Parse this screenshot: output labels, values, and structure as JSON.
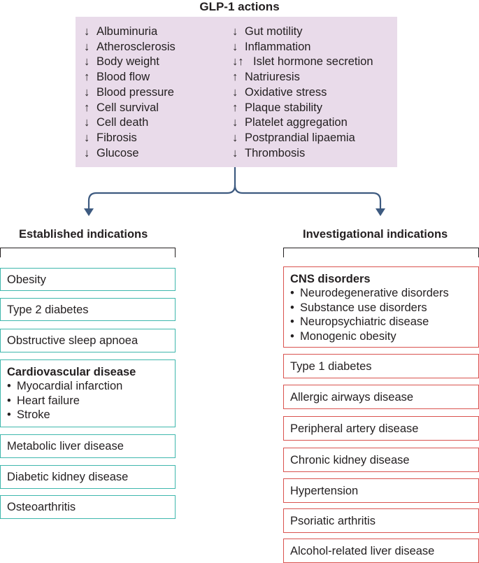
{
  "title": "GLP-1 actions",
  "actions": {
    "left": [
      {
        "arrow": "↓",
        "label": "Albuminuria"
      },
      {
        "arrow": "↓",
        "label": "Atherosclerosis"
      },
      {
        "arrow": "↓",
        "label": "Body weight"
      },
      {
        "arrow": "↑",
        "label": "Blood flow"
      },
      {
        "arrow": "↓",
        "label": "Blood pressure"
      },
      {
        "arrow": "↑",
        "label": "Cell survival"
      },
      {
        "arrow": "↓",
        "label": "Cell death"
      },
      {
        "arrow": "↓",
        "label": "Fibrosis"
      },
      {
        "arrow": "↓",
        "label": "Glucose"
      }
    ],
    "right": [
      {
        "arrow": "↓",
        "label": "Gut motility"
      },
      {
        "arrow": "↓",
        "label": "Inflammation"
      },
      {
        "arrow": "↓↑",
        "label": "Islet hormone secretion"
      },
      {
        "arrow": "↑",
        "label": "Natriuresis"
      },
      {
        "arrow": "↓",
        "label": "Oxidative stress"
      },
      {
        "arrow": "↑",
        "label": "Plaque stability"
      },
      {
        "arrow": "↓",
        "label": "Platelet aggregation"
      },
      {
        "arrow": "↓",
        "label": "Postprandial lipaemia"
      },
      {
        "arrow": "↓",
        "label": "Thrombosis"
      }
    ]
  },
  "established": {
    "title": "Established indications",
    "items": [
      {
        "label": "Obesity"
      },
      {
        "label": "Type 2 diabetes"
      },
      {
        "label": "Obstructive sleep apnoea"
      },
      {
        "label": "Cardiovascular disease",
        "bullets": [
          "Myocardial infarction",
          "Heart failure",
          "Stroke"
        ]
      },
      {
        "label": "Metabolic liver disease"
      },
      {
        "label": "Diabetic kidney disease"
      },
      {
        "label": "Osteoarthritis"
      }
    ]
  },
  "investigational": {
    "title": "Investigational indications",
    "items": [
      {
        "label": "CNS disorders",
        "bullets": [
          "Neurodegenerative disorders",
          "Substance use disorders",
          "Neuropsychiatric disease",
          "Monogenic obesity"
        ]
      },
      {
        "label": "Type 1 diabetes"
      },
      {
        "label": "Allergic airways disease"
      },
      {
        "label": "Peripheral artery disease"
      },
      {
        "label": "Chronic kidney disease"
      },
      {
        "label": "Hypertension"
      },
      {
        "label": "Psoriatic arthritis"
      },
      {
        "label": "Alcohol-related liver disease"
      }
    ]
  },
  "bullet_glyph": "•",
  "colors": {
    "actions_box": "#e9dbea",
    "connector": "#3d5a80",
    "established_border": "#3fb7ad",
    "investigational_border": "#d9534f"
  }
}
